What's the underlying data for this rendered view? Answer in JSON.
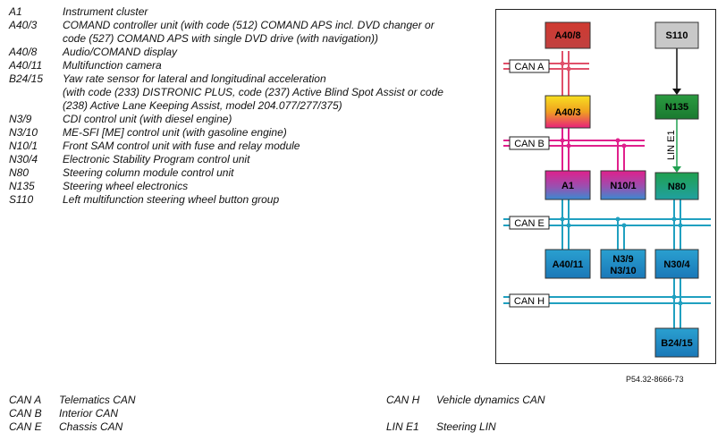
{
  "legend": [
    {
      "code": "A1",
      "desc": "Instrument cluster"
    },
    {
      "code": "A40/3",
      "desc": "COMAND controller unit (with code (512) COMAND APS incl. DVD changer or"
    },
    {
      "code": "",
      "desc": "code (527) COMAND APS with single DVD drive (with navigation))"
    },
    {
      "code": "A40/8",
      "desc": "Audio/COMAND display"
    },
    {
      "code": "A40/11",
      "desc": "Multifunction camera"
    },
    {
      "code": "B24/15",
      "desc": "Yaw rate sensor for lateral and longitudinal acceleration"
    },
    {
      "code": "",
      "desc": "(with code (233) DISTRONIC PLUS, code (237) Active Blind Spot Assist or code"
    },
    {
      "code": "",
      "desc": "(238) Active Lane Keeping Assist, model 204.077/277/375)"
    },
    {
      "code": "N3/9",
      "desc": "CDI control unit (with diesel engine)"
    },
    {
      "code": "N3/10",
      "desc": "ME-SFI [ME] control unit (with gasoline engine)"
    },
    {
      "code": "N10/1",
      "desc": "Front SAM control unit with fuse and relay module"
    },
    {
      "code": "N30/4",
      "desc": "Electronic Stability Program control unit"
    },
    {
      "code": "N80",
      "desc": "Steering column module control unit"
    },
    {
      "code": "N135",
      "desc": "Steering wheel electronics"
    },
    {
      "code": "S110",
      "desc": "Left multifunction steering wheel button group"
    }
  ],
  "diagram": {
    "nodes": {
      "a40_8": "A40/8",
      "s110": "S110",
      "a40_3": "A40/3",
      "n135": "N135",
      "a1": "A1",
      "n10_1": "N10/1",
      "n80": "N80",
      "a40_11": "A40/11",
      "n3_9": "N3/9",
      "n3_10": "N3/10",
      "n30_4": "N30/4",
      "b24_15": "B24/15"
    },
    "buses": {
      "can_a": "CAN A",
      "can_b": "CAN B",
      "can_e": "CAN E",
      "can_h": "CAN H",
      "lin_e1": "LIN E1"
    },
    "colors": {
      "can_a": "#e0506a",
      "can_b": "#e0208c",
      "can_e": "#20a0c0",
      "can_h": "#20a0c0",
      "lin": "#20a050"
    }
  },
  "reference": "P54.32-8666-73",
  "bus_legend_left": [
    {
      "code": "CAN A",
      "desc": "Telematics CAN"
    },
    {
      "code": "CAN B",
      "desc": "Interior CAN"
    },
    {
      "code": "CAN E",
      "desc": "Chassis CAN"
    }
  ],
  "bus_legend_right": [
    {
      "code": "CAN H",
      "desc": "Vehicle dynamics CAN"
    },
    {
      "code": "",
      "desc": ""
    },
    {
      "code": "LIN E1",
      "desc": "Steering LIN"
    }
  ]
}
